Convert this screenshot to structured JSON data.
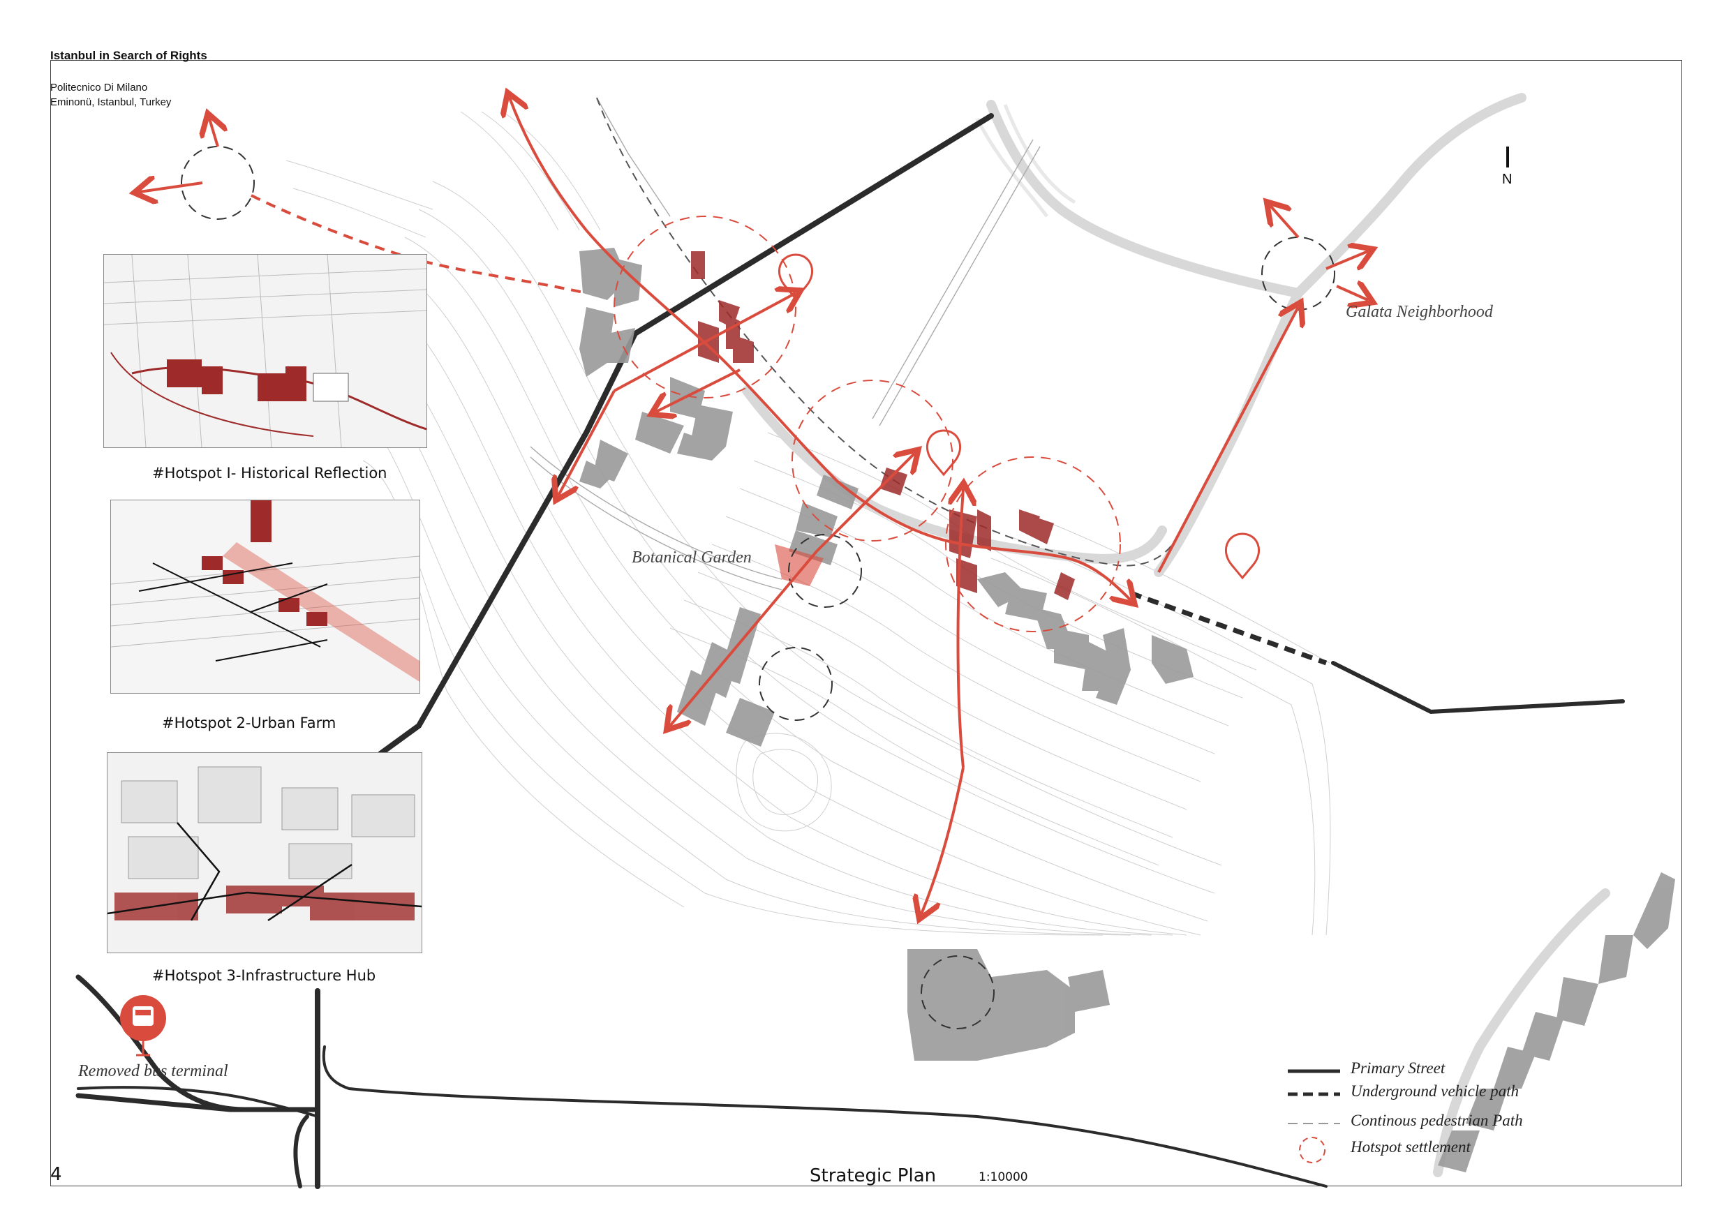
{
  "header": {
    "title": "Istanbul in Search of Rights",
    "school": "Politecnico Di Milano",
    "location": "Eminonü, Istanbul, Turkey"
  },
  "north_label": "N",
  "map_labels": {
    "galata": "Galata Neighborhood",
    "botanical": "Botanical Garden",
    "bus_terminal": "Removed bus terminal"
  },
  "hotspots": [
    {
      "caption": "#Hotspot I- Historical Reflection"
    },
    {
      "caption": "#Hotspot 2-Urban Farm"
    },
    {
      "caption": "#Hotspot 3-Infrastructure Hub"
    }
  ],
  "legend": [
    {
      "label": "Primary Street",
      "style": "solid-black"
    },
    {
      "label": "Underground vehicle path",
      "style": "dashed-black"
    },
    {
      "label": "Continous pedestrian Path",
      "style": "dashed-gray"
    },
    {
      "label": "Hotspot settlement",
      "style": "dashed-red-circle"
    }
  ],
  "footer": {
    "page_number": "4",
    "plan_title": "Strategic Plan",
    "scale": "1:10000"
  },
  "colors": {
    "accent_red": "#d94c3d",
    "building_red": "#9e2a2a",
    "road_black": "#2b2b2b",
    "building_gray": "#9a9a9a",
    "contour_gray": "#c8c8c8"
  }
}
